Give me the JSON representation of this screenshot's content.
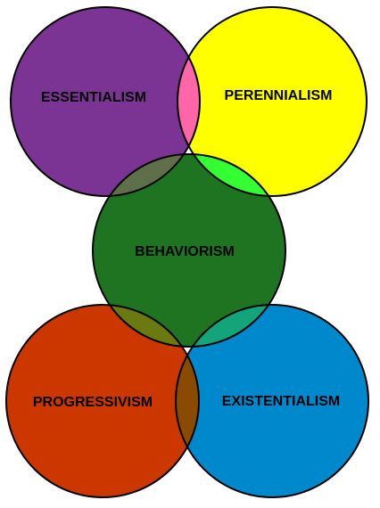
{
  "diagram": {
    "circles": [
      {
        "key": "essentialism",
        "label": "ESSENTIALISM",
        "color": "#7B3494"
      },
      {
        "key": "perennialism",
        "label": "PERENNIALISM",
        "color": "#FFFF00"
      },
      {
        "key": "behaviorism",
        "label": "BEHAVIORISM",
        "color": "#1E7420"
      },
      {
        "key": "progressivism",
        "label": "PROGRESSIVISM",
        "color": "#CC3700"
      },
      {
        "key": "existentialism",
        "label": "EXISTENTIALISM",
        "color": "#0088CC"
      }
    ],
    "overlaps": [
      {
        "key": "essentialism-perennialism",
        "color": "#FF66A8"
      },
      {
        "key": "essentialism-behaviorism",
        "color": "#5E6F4A"
      },
      {
        "key": "perennialism-behaviorism",
        "color": "#33FF33"
      },
      {
        "key": "behaviorism-progressivism",
        "color": "#6B7A10"
      },
      {
        "key": "behaviorism-existentialism",
        "color": "#13A47A"
      },
      {
        "key": "progressivism-existentialism",
        "color": "#8A4A00"
      }
    ]
  }
}
